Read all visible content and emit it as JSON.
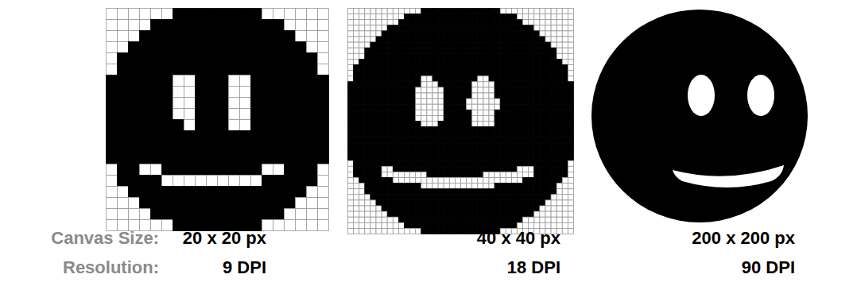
{
  "diagram": {
    "labels": [
      "Canvas Size:",
      "20 x 20 px",
      "40 x 40 px",
      "200 x 200 px",
      "Resolution:",
      "9 DPI",
      "18 DPI",
      "90 DPI"
    ]
  }
}
